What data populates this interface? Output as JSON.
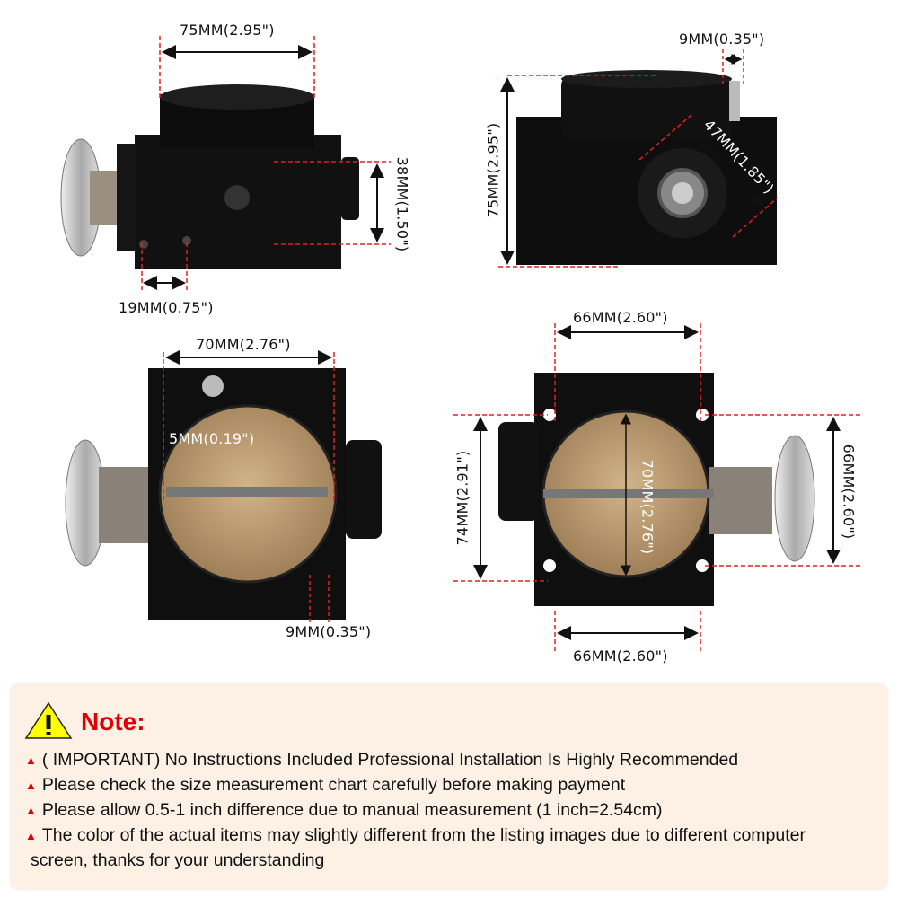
{
  "views": {
    "top_left": {
      "width_label": "75MM(2.95\")",
      "height_label": "38MM(1.50\")",
      "hole_spacing_label": "19MM(0.75\")"
    },
    "top_right": {
      "pin_label": "9MM(0.35\")",
      "height_label": "75MM(2.95\")",
      "bolt_spacing_label": "47MM(1.85\")"
    },
    "bottom_left": {
      "width_label": "70MM(2.76\")",
      "port_label": "5MM(0.19\")",
      "tab_label": "9MM(0.35\")"
    },
    "bottom_right": {
      "top_width_label": "66MM(2.60\")",
      "height_label": "74MM(2.91\")",
      "bore_label": "70MM(2.76\")",
      "side_label": "66MM(2.60\")",
      "bottom_width_label": "66MM(2.60\")"
    }
  },
  "note": {
    "title": "Note:",
    "items": [
      "( IMPORTANT) No Instructions Included Professional Installation Is Highly Recommended",
      "Please check the size measurement chart carefully before making payment",
      "Please allow 0.5-1 inch difference due to manual measurement (1 inch=2.54cm)",
      "The color of the actual items may slightly different from the listing images due to different computer",
      "screen, thanks for your understanding"
    ],
    "bullet_symbol": "▲"
  },
  "colors": {
    "accent_red": "#e00000",
    "note_bg": "#fcf1e4",
    "body_black": "#111111",
    "plate_bronze": "#b8976a"
  }
}
